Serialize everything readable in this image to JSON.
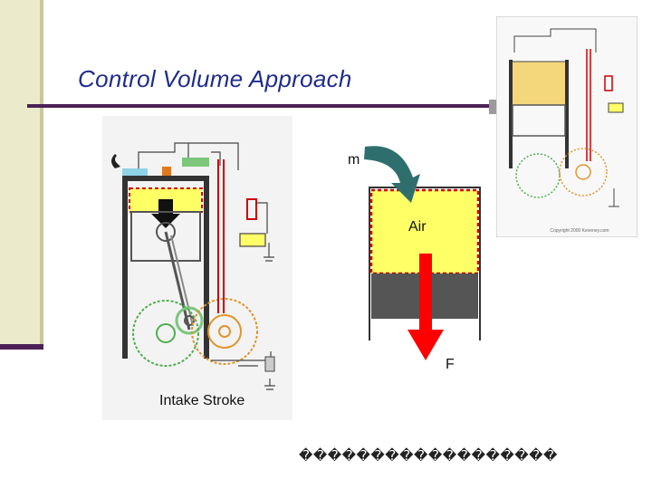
{
  "slide": {
    "title": "Control Volume Approach",
    "footer": "������������������",
    "accent_color": "#1f2c8c",
    "rule_color": "#4c2056",
    "side_bar_color": "#ebeacb"
  },
  "engine_figure": {
    "caption": "Intake Stroke",
    "mixture_color": "#ffff66",
    "outline_color": "#cc0000",
    "arrow_icon": "down-arrow-icon"
  },
  "control_volume": {
    "mass_label": "m",
    "gas_label": "Air",
    "force_label": "F",
    "fill_color": "#ffff66",
    "boundary_color": "#cc0000",
    "piston_color": "#555555",
    "force_arrow_color": "#ff0000",
    "inflow_arrow_color": "#2e6f6e"
  },
  "thumbnail": {
    "copyright": "Copyright 2000 Keveney.com"
  }
}
